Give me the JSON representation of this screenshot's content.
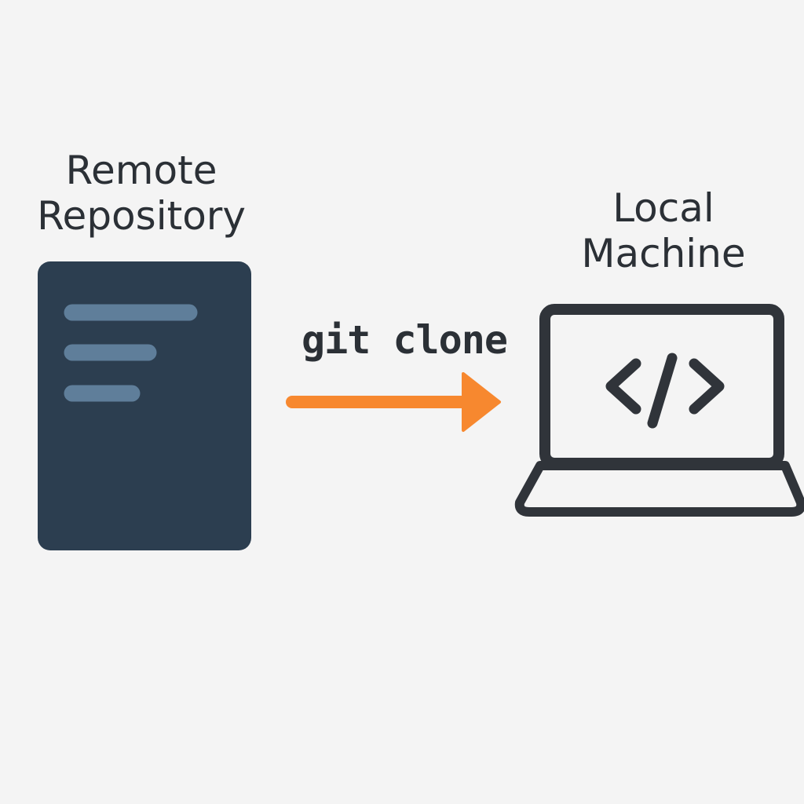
{
  "diagram": {
    "remote": {
      "line1": "Remote",
      "line2": "Repository"
    },
    "command": "git clone",
    "local": {
      "line1": "Local",
      "line2": "Machine"
    },
    "icons": {
      "source": "repository-document-icon",
      "target": "laptop-code-icon",
      "flow": "arrow-right-icon"
    },
    "colors": {
      "background": "#f4f4f4",
      "document": "#2c3e50",
      "document_lines": "#5f7e9a",
      "arrow": "#f7882f",
      "text": "#2b3036",
      "laptop_stroke": "#30343a"
    }
  }
}
